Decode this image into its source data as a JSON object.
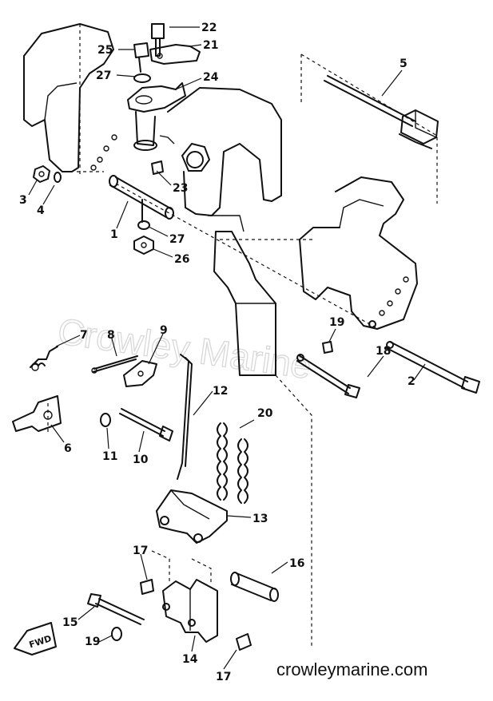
{
  "watermark": "Crowley Marine",
  "site_label": "crowleymarine.com",
  "fwd_label": "FWD",
  "callouts": [
    "22",
    "21",
    "25",
    "27",
    "24",
    "5",
    "3",
    "4",
    "23",
    "1",
    "27",
    "26",
    "7",
    "8",
    "9",
    "19",
    "18",
    "2",
    "12",
    "20",
    "6",
    "11",
    "10",
    "13",
    "17",
    "16",
    "15",
    "19",
    "14",
    "17"
  ]
}
